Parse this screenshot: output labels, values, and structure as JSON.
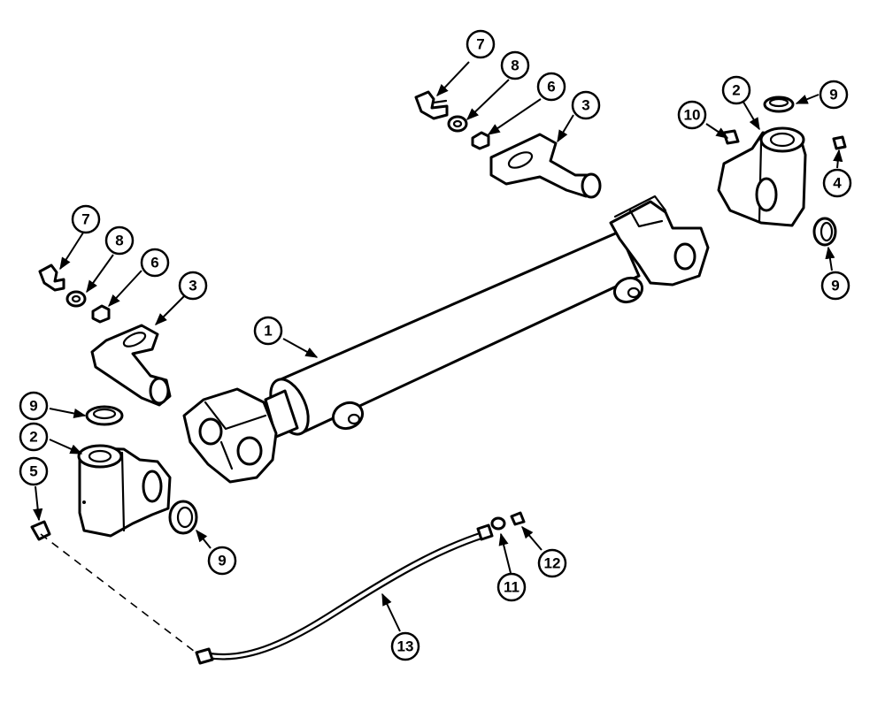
{
  "callouts": [
    {
      "id": "c1",
      "label": "1"
    },
    {
      "id": "c2a",
      "label": "2"
    },
    {
      "id": "c2b",
      "label": "2"
    },
    {
      "id": "c3a",
      "label": "3"
    },
    {
      "id": "c3b",
      "label": "3"
    },
    {
      "id": "c4",
      "label": "4"
    },
    {
      "id": "c5",
      "label": "5"
    },
    {
      "id": "c6a",
      "label": "6"
    },
    {
      "id": "c6b",
      "label": "6"
    },
    {
      "id": "c7a",
      "label": "7"
    },
    {
      "id": "c7b",
      "label": "7"
    },
    {
      "id": "c8a",
      "label": "8"
    },
    {
      "id": "c8b",
      "label": "8"
    },
    {
      "id": "c9a",
      "label": "9"
    },
    {
      "id": "c9b",
      "label": "9"
    },
    {
      "id": "c9c",
      "label": "9"
    },
    {
      "id": "c9d",
      "label": "9"
    },
    {
      "id": "c10",
      "label": "10"
    },
    {
      "id": "c11",
      "label": "11"
    },
    {
      "id": "c12",
      "label": "12"
    },
    {
      "id": "c13",
      "label": "13"
    }
  ]
}
